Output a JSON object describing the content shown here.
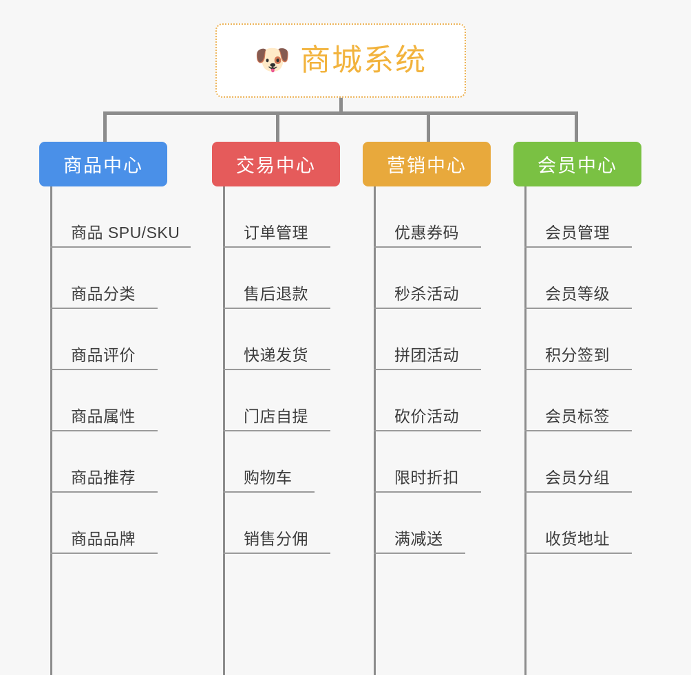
{
  "page": {
    "background_color": "#f7f7f7",
    "type": "org-chart-mindmap"
  },
  "root": {
    "title": "商城系统",
    "icon": "dog-face-icon",
    "icon_glyph": "🐶",
    "text_color": "#f2b33d",
    "border_color": "#edb458",
    "background_color": "#ffffff"
  },
  "connector": {
    "color": "#8c8c8c"
  },
  "categories": [
    {
      "label": "商品中心",
      "color": "#4a90e8",
      "items": [
        "商品 SPU/SKU",
        "商品分类",
        "商品评价",
        "商品属性",
        "商品推荐",
        "商品品牌"
      ]
    },
    {
      "label": "交易中心",
      "color": "#e55b5b",
      "items": [
        "订单管理",
        "售后退款",
        "快递发货",
        "门店自提",
        "购物车",
        "销售分佣"
      ]
    },
    {
      "label": "营销中心",
      "color": "#e8a93c",
      "items": [
        "优惠券码",
        "秒杀活动",
        "拼团活动",
        "砍价活动",
        "限时折扣",
        "满减送"
      ]
    },
    {
      "label": "会员中心",
      "color": "#7ac143",
      "items": [
        "会员管理",
        "会员等级",
        "积分签到",
        "会员标签",
        "会员分组",
        "收货地址"
      ]
    }
  ]
}
